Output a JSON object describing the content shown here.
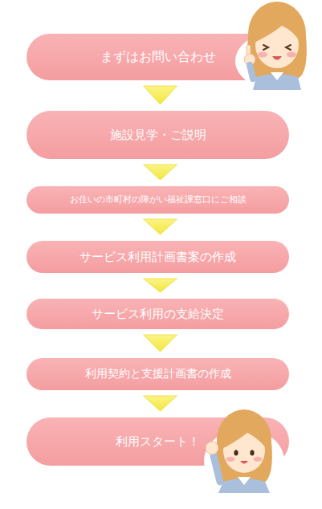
{
  "diagram": {
    "nodes": [
      {
        "text": [
          "まずはお問い合わせ"
        ]
      },
      {
        "text": [
          "施設見学・ご説明"
        ]
      },
      {
        "text": [
          "お住いの市町村の障がい福祉課窓口にご相談"
        ]
      },
      {
        "text": [
          "サービス利用計画書案の作成"
        ]
      },
      {
        "text": [
          "サービス利用の支給決定"
        ]
      },
      {
        "text": [
          "利用契約と支援計画書の作成"
        ]
      },
      {
        "text": [
          "利用スタート！"
        ]
      }
    ],
    "edges": [
      {
        "from": 0,
        "to": 1,
        "arrow": "to"
      },
      {
        "from": 1,
        "to": 2,
        "arrow": "to"
      },
      {
        "from": 2,
        "to": 3,
        "arrow": "to"
      },
      {
        "from": 3,
        "to": 4,
        "arrow": "to"
      },
      {
        "from": 4,
        "to": 5,
        "arrow": "to"
      },
      {
        "from": 5,
        "to": 6,
        "arrow": "to"
      }
    ]
  }
}
